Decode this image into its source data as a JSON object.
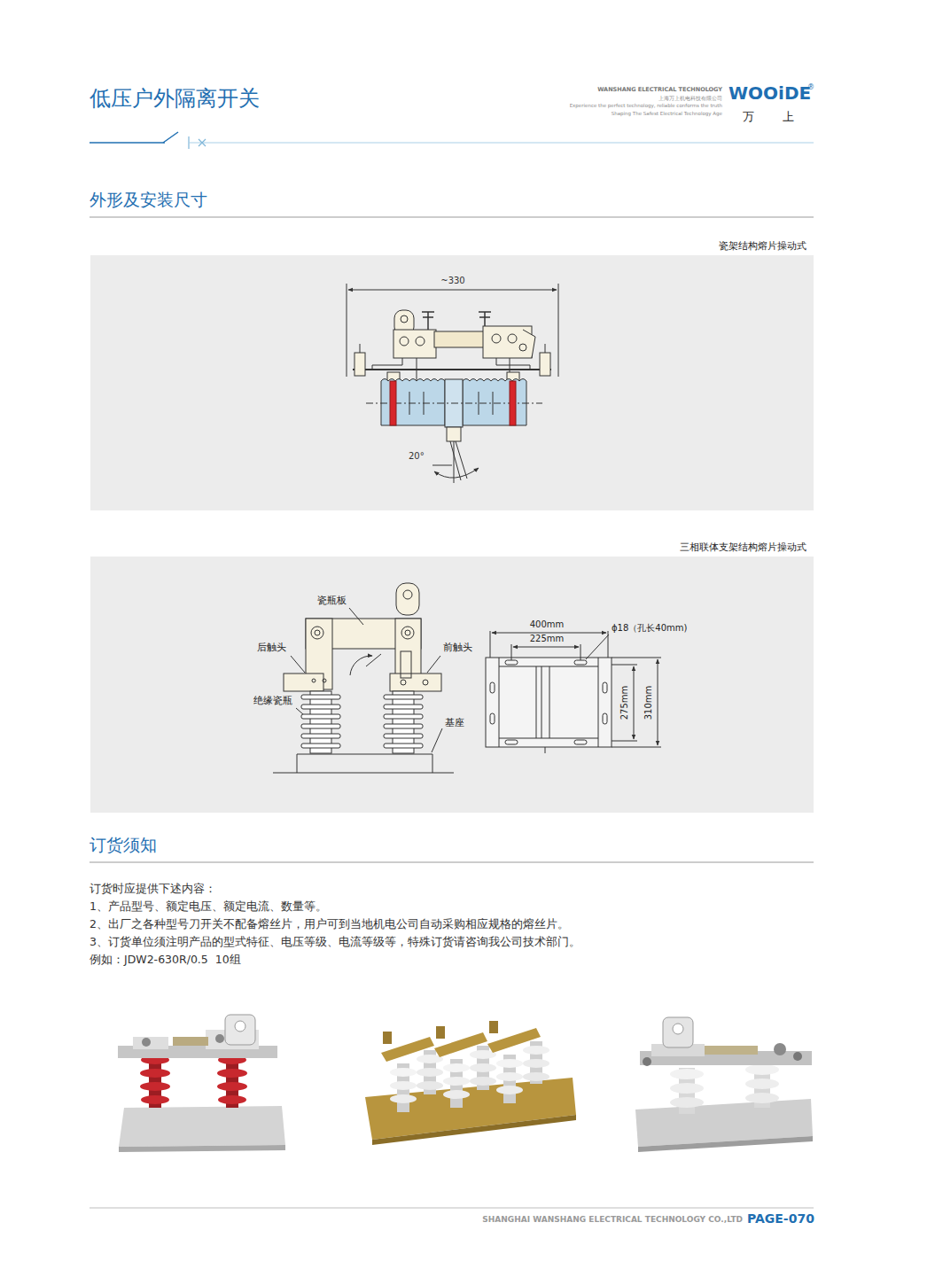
{
  "diagram": {
    "title": "低压户外隔离开关",
    "nodes": [
      {
        "text": [
          "瓷架结构熔片操动式"
        ]
      },
      {
        "text": [
          "三相联体支架结构熔片操动式"
        ]
      }
    ],
    "labels": [
      "WANSHANG ELECTRICAL TECHNOLOGY",
      "上海万上机电科技有限公司",
      "Experience the perfect technology, reliable conforms the truth",
      "Shaping The Safest Electrical Technology Age",
      "WOOiDE",
      "®",
      "万",
      "上",
      "外形及安装尺寸",
      "~330",
      "20°",
      "瓷瓶板",
      "后触头",
      "前触头",
      "绝缘瓷瓶",
      "基座",
      "400mm",
      "225mm",
      "ϕ18（孔长40mm)",
      "275mm",
      "310mm",
      "订货须知",
      "订货时应提供下述内容：",
      "1、产品型号、额定电压、额定电流、数量等。",
      "2、出厂之各种型号刀开关不配备熔丝片，用户可到当地机电公司自动采购相应规格的熔丝片。",
      "3、订货单位须注明产品的型式特征、电压等级、电流等级等，特殊订货请咨询我公司技术部门。",
      "例如：JDW2-630R/0.5  10组",
      "SHANGHAI WANSHANG ELECTRICAL TECHNOLOGY CO.,LTD",
      "PAGE-070"
    ]
  }
}
